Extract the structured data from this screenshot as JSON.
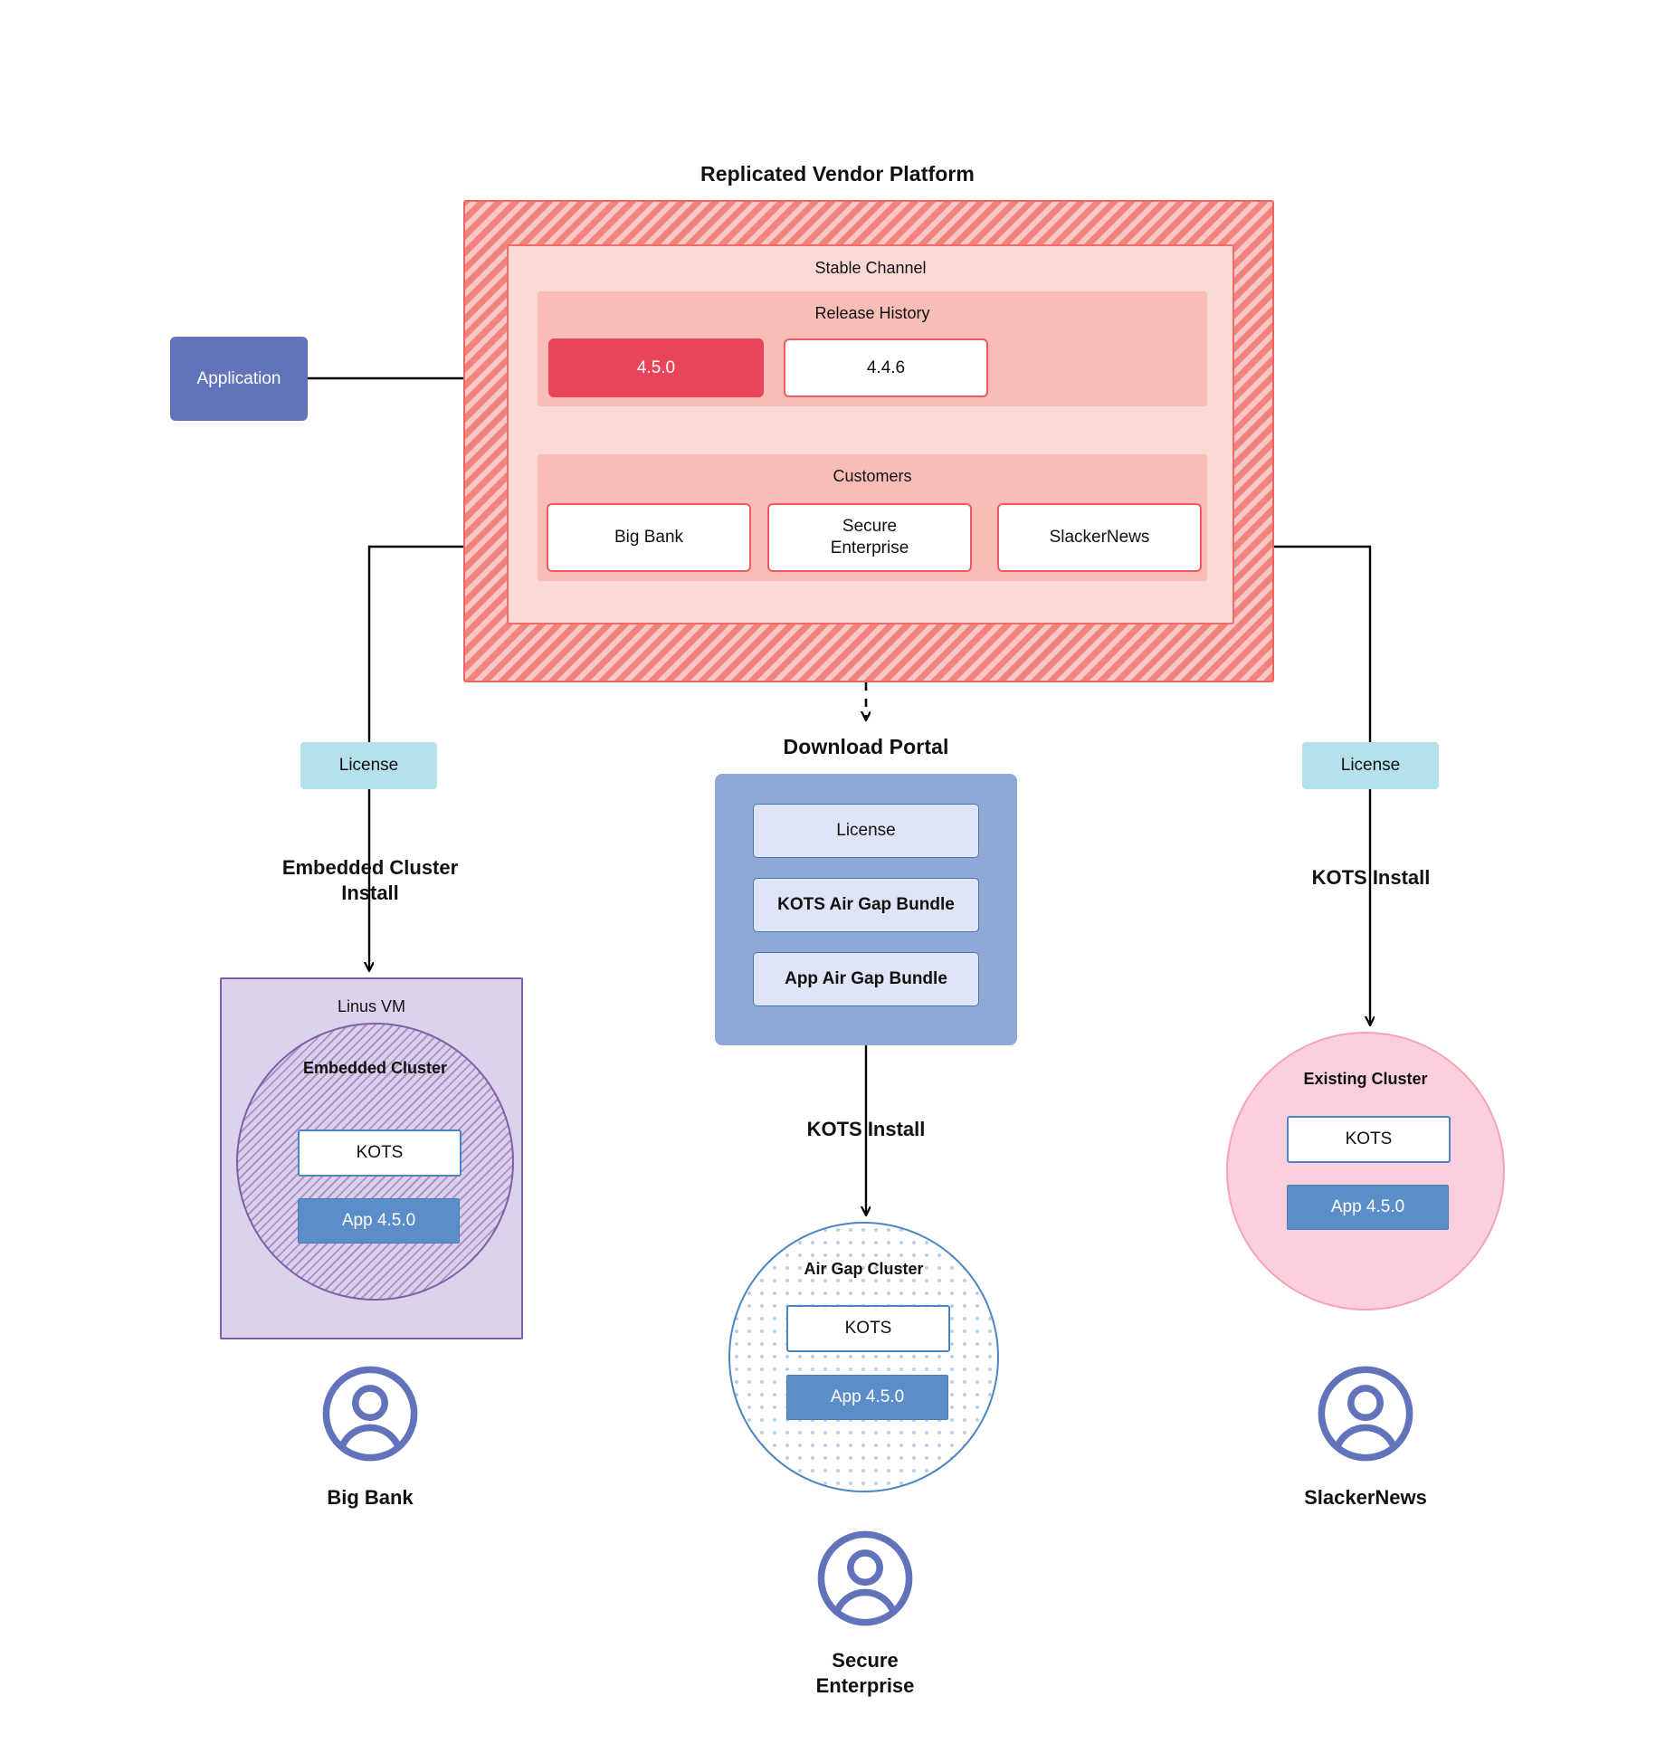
{
  "diagram": {
    "title": "Replicated Vendor Platform"
  },
  "application": {
    "label": "Application"
  },
  "platform": {
    "stable_channel": {
      "title": "Stable Channel",
      "release_history": {
        "title": "Release History",
        "releases": [
          {
            "version": "4.5.0",
            "state": "current"
          },
          {
            "version": "4.4.6",
            "state": "previous"
          }
        ]
      },
      "customers": {
        "title": "Customers",
        "items": [
          {
            "name": "Big Bank"
          },
          {
            "name": "Secure\nEnterprise",
            "line1": "Secure",
            "line2": "Enterprise"
          },
          {
            "name": "SlackerNews"
          }
        ]
      }
    }
  },
  "license_chips": {
    "left": "License",
    "right": "License"
  },
  "flows": {
    "embedded_cluster_install": {
      "line1": "Embedded Cluster",
      "line2": "Install"
    },
    "kots_install_right": "KOTS Install",
    "kots_install_center": "KOTS Install"
  },
  "download_portal": {
    "title": "Download  Portal",
    "items": [
      {
        "label": "License"
      },
      {
        "label": "KOTS Air Gap Bundle"
      },
      {
        "label": "App Air Gap Bundle"
      }
    ]
  },
  "clusters": {
    "linux_vm": {
      "title": "Linus VM",
      "embedded_cluster": {
        "title": "Embedded Cluster",
        "kots": "KOTS",
        "app": "App 4.5.0"
      }
    },
    "air_gap": {
      "title": "Air Gap Cluster",
      "kots": "KOTS",
      "app": "App 4.5.0"
    },
    "existing": {
      "title": "Existing Cluster",
      "kots": "KOTS",
      "app": "App 4.5.0"
    }
  },
  "personas": [
    {
      "name": "Big Bank",
      "line1": "Big Bank",
      "line2": ""
    },
    {
      "name": "Secure Enterprise",
      "line1": "Secure",
      "line2": "Enterprise"
    },
    {
      "name": "SlackerNews",
      "line1": "SlackerNews",
      "line2": ""
    }
  ],
  "colors": {
    "platform_stripe": "#f1837f",
    "platform_border": "#ef6461",
    "stable_channel_bg": "#fbdad6",
    "band_bg": "#f9bdb7",
    "release_current": "#e8455a",
    "application_bg": "#6272bb",
    "license_chip_bg": "#b4e1ea",
    "portal_bg": "#90a8d6",
    "portal_item_bg": "#dfe5f6",
    "vm_bg": "#dcd2ec",
    "vm_border": "#7e5fa8",
    "airgap_border": "#4a86c4",
    "existing_bg": "#fbd0dc",
    "existing_border": "#f4a3b7",
    "app_box_bg": "#5b8dc8",
    "avatar": "#6272bb"
  }
}
